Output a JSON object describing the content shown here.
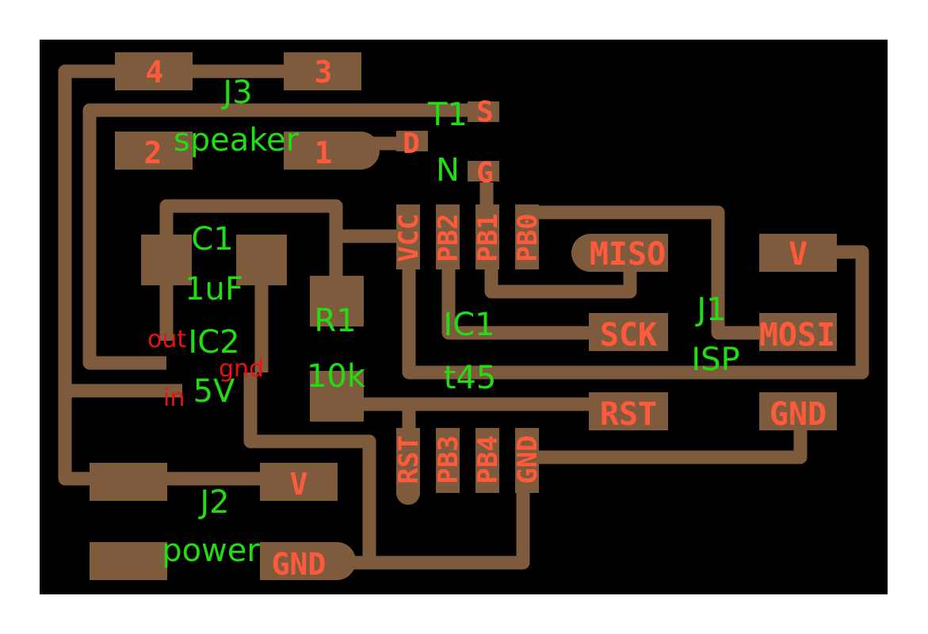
{
  "colors": {
    "background": "#000000",
    "copper": "#7f5b3e",
    "pad_label": "#ff5a3c",
    "pin_label": "#ee1111",
    "silkscreen": "#22dd11"
  },
  "components": {
    "J3": {
      "ref": "J3",
      "value": "speaker",
      "pads": [
        "4",
        "3",
        "2",
        "1"
      ]
    },
    "T1": {
      "ref": "T1",
      "value": "N",
      "pads": [
        "S",
        "D",
        "G"
      ]
    },
    "C1": {
      "ref": "C1",
      "value": "1uF"
    },
    "IC2": {
      "ref": "IC2",
      "value": "5V",
      "pins": [
        "out",
        "gnd",
        "in"
      ]
    },
    "R1": {
      "ref": "R1",
      "value": "10k"
    },
    "IC1": {
      "ref": "IC1",
      "value": "t45",
      "pins_top": [
        "VCC",
        "PB2",
        "PB1",
        "PB0"
      ],
      "pins_bottom": [
        "RST",
        "PB3",
        "PB4",
        "GND"
      ]
    },
    "J1": {
      "ref": "J1",
      "value": "ISP",
      "pads": [
        "MISO",
        "V",
        "SCK",
        "MOSI",
        "RST",
        "GND"
      ]
    },
    "J2": {
      "ref": "J2",
      "value": "power",
      "pads": [
        "V",
        "GND"
      ]
    }
  }
}
